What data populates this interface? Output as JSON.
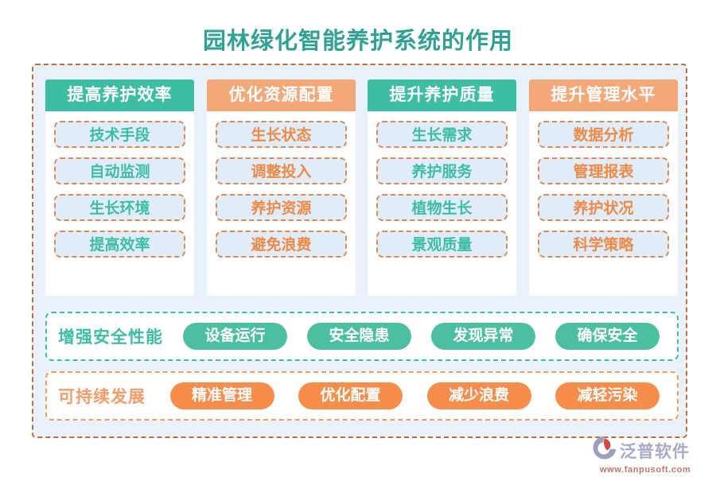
{
  "title": "园林绿化智能养护系统的作用",
  "columns": [
    {
      "header": "提高养护效率",
      "theme": "green",
      "items": [
        "技术手段",
        "自动监测",
        "生长环境",
        "提高效率"
      ]
    },
    {
      "header": "优化资源配置",
      "theme": "orange",
      "items": [
        "生长状态",
        "调整投入",
        "养护资源",
        "避免浪费"
      ]
    },
    {
      "header": "提升养护质量",
      "theme": "green",
      "items": [
        "生长需求",
        "养护服务",
        "植物生长",
        "景观质量"
      ]
    },
    {
      "header": "提升管理水平",
      "theme": "orange",
      "items": [
        "数据分析",
        "管理报表",
        "养护状况",
        "科学策略"
      ]
    }
  ],
  "bands": [
    {
      "label": "增强安全性能",
      "theme": "green",
      "pills": [
        "设备运行",
        "安全隐患",
        "发现异常",
        "确保安全"
      ]
    },
    {
      "label": "可持续发展",
      "theme": "orange",
      "pills": [
        "精准管理",
        "优化配置",
        "减少浪费",
        "减轻污染"
      ]
    }
  ],
  "footer": {
    "brand": "泛普软件",
    "url": "www.fanpusoft.com"
  },
  "colors": {
    "title": "#2FA295",
    "teal": "#3DBEA3",
    "orange_header": "#F4A878",
    "orange_text": "#F08943",
    "pill_green": "#4DBFA1",
    "pill_orange": "#F78D4A",
    "item_bg": "#E0EDF9",
    "item_border": "#DD8A50",
    "container_bg": "#E9F2FB",
    "container_border": "#C46A32",
    "band_green_border": "#3CBEA1",
    "band_orange_border": "#F59D53",
    "brand_gray": "#A6ABC6",
    "url_red": "#C1736B"
  }
}
